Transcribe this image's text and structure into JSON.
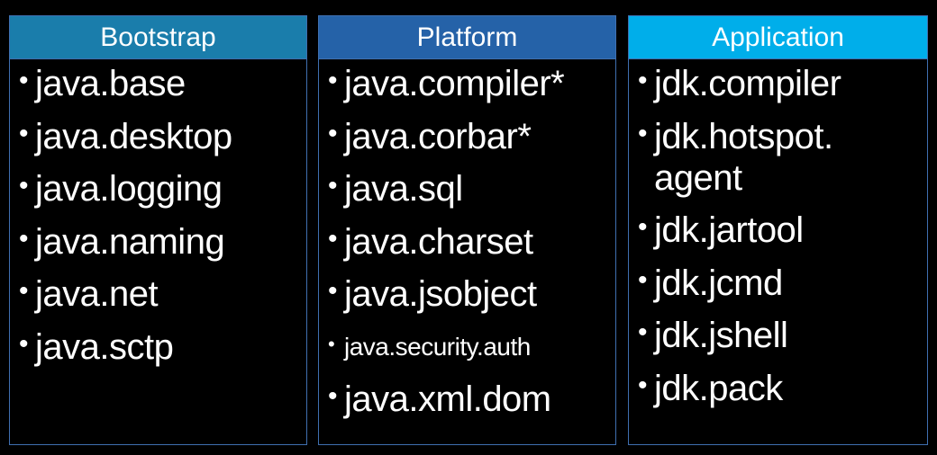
{
  "colors": {
    "background": "#000000",
    "bootstrap_header": "#1a7dab",
    "platform_header": "#2562a8",
    "application_header": "#00aeea",
    "border": "#3f6fb0",
    "text": "#ffffff"
  },
  "columns": [
    {
      "title": "Bootstrap",
      "items": [
        "java.base",
        "java.desktop",
        "java.logging",
        "java.naming",
        "java.net",
        "java.sctp"
      ]
    },
    {
      "title": "Platform",
      "items": [
        "java.compiler*",
        "java.corbar*",
        "java.sql",
        "java.charset",
        "java.jsobject",
        "java.security.auth",
        "java.xml.dom"
      ]
    },
    {
      "title": "Application",
      "items": [
        "jdk.compiler",
        "jdk.hotspot.",
        "agent",
        "jdk.jartool",
        "jdk.jcmd",
        "jdk.jshell",
        "jdk.pack"
      ]
    }
  ],
  "bullet_glyph": "•"
}
